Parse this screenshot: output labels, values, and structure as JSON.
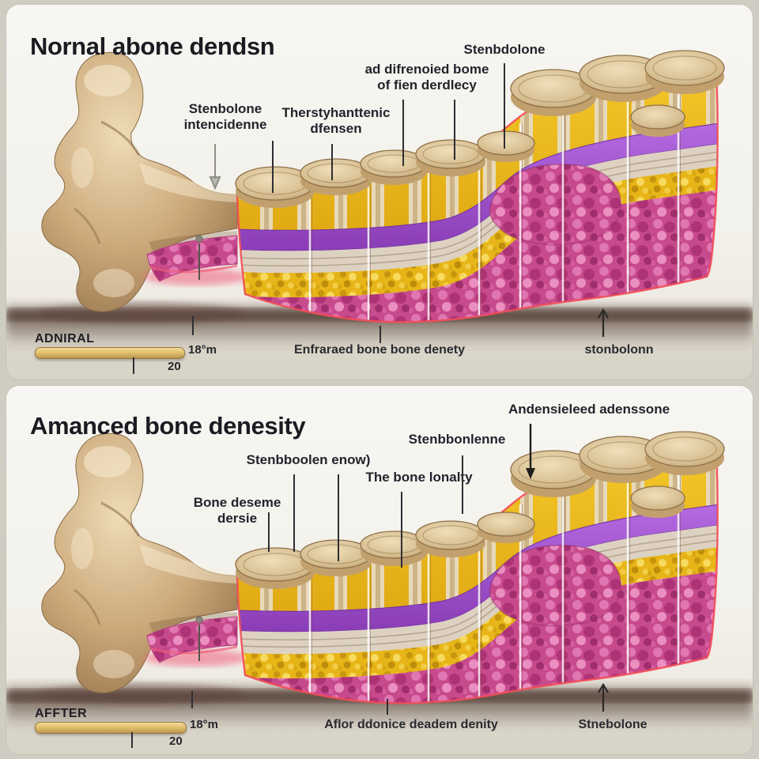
{
  "colors": {
    "background": "#cfccc1",
    "panel": "#f5f4ef",
    "bone_tan": "#c9a97b",
    "yellow_layer": "#f0c225",
    "purple_layer": "#9a4ecb",
    "pink_marrow": "#d4539a",
    "cream_layer": "#ddd2c2",
    "outline_red": "#f14d58"
  },
  "panels": [
    {
      "title": "Nornal abone dendsn",
      "callouts": [
        {
          "text": "Stenbolone\nintencidenne"
        },
        {
          "text": "Therstyhanttenic\ndfensen"
        },
        {
          "text": "ad difrenoied bome\nof fien derdlecy"
        },
        {
          "text": "Stenbdolone"
        }
      ],
      "footer": {
        "scale_caption": "ADNIRAL",
        "scale_value": "18°m",
        "scale_tick": "20",
        "center_label": "Enfraraed bone bone denety",
        "right_label": "stonbolonn"
      }
    },
    {
      "title": "Amanced bone denesity",
      "callouts": [
        {
          "text": "Andensieleed adenssone"
        },
        {
          "text": "Stenbbonlenne"
        },
        {
          "text": "Stenbboolen enow)"
        },
        {
          "text": "The bone lonalty"
        },
        {
          "text": "Bone deseme\ndersie"
        }
      ],
      "footer": {
        "scale_caption": "AFFTER",
        "scale_value": "18°m",
        "scale_tick": "20",
        "center_label": "Aflor ddonice deadem denity",
        "right_label": "Stnebolone"
      }
    }
  ]
}
